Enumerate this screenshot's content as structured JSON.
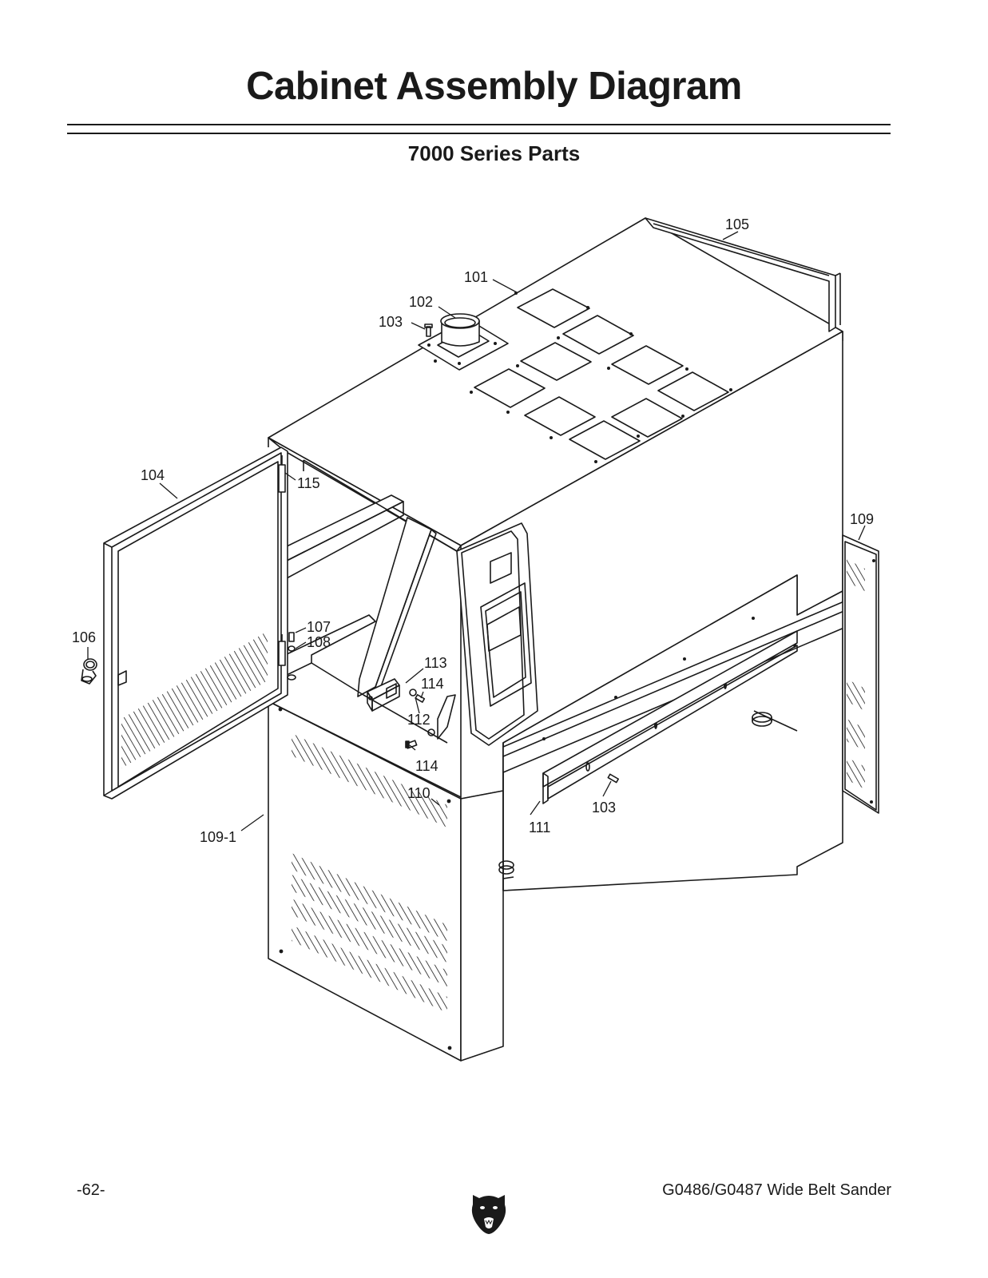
{
  "page": {
    "title": "Cabinet Assembly Diagram",
    "subtitle": "7000 Series Parts",
    "page_number": "-62-",
    "manual_title": "G0486/G0487 Wide Belt Sander"
  },
  "callouts": {
    "c101": "101",
    "c102": "102",
    "c103a": "103",
    "c103b": "103",
    "c104": "104",
    "c105": "105",
    "c106": "106",
    "c107": "107",
    "c108": "108",
    "c109": "109",
    "c109_1": "109-1",
    "c110": "110",
    "c111": "111",
    "c112": "112",
    "c113": "113",
    "c114a": "114",
    "c114b": "114",
    "c115": "115"
  },
  "icons": {
    "logo": "grizzly-bear-logo-icon"
  },
  "colors": {
    "ink": "#1a1a1a",
    "paper": "#ffffff"
  }
}
